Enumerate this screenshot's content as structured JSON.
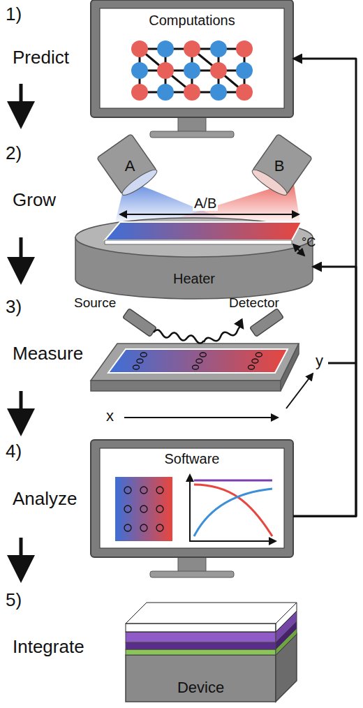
{
  "diagram": {
    "nodes": [
      {
        "text": [
          "Computations"
        ]
      },
      {
        "text": [
          "A"
        ]
      },
      {
        "text": [
          "B"
        ]
      },
      {
        "text": [
          "Heater"
        ]
      },
      {
        "text": [
          "Software"
        ]
      },
      {
        "text": [
          "Device"
        ]
      }
    ],
    "edges": [
      {
        "from": 4,
        "to": 0,
        "arrow": "to"
      },
      {
        "from": 4,
        "to": 3,
        "arrow": "to"
      }
    ],
    "labels": [
      "1)",
      "Predict",
      "2)",
      "Grow",
      "A/B",
      "°C",
      "3)",
      "Measure",
      "Source",
      "Detector",
      "x",
      "y",
      "4)",
      "Analyze",
      "5)",
      "Integrate"
    ]
  }
}
